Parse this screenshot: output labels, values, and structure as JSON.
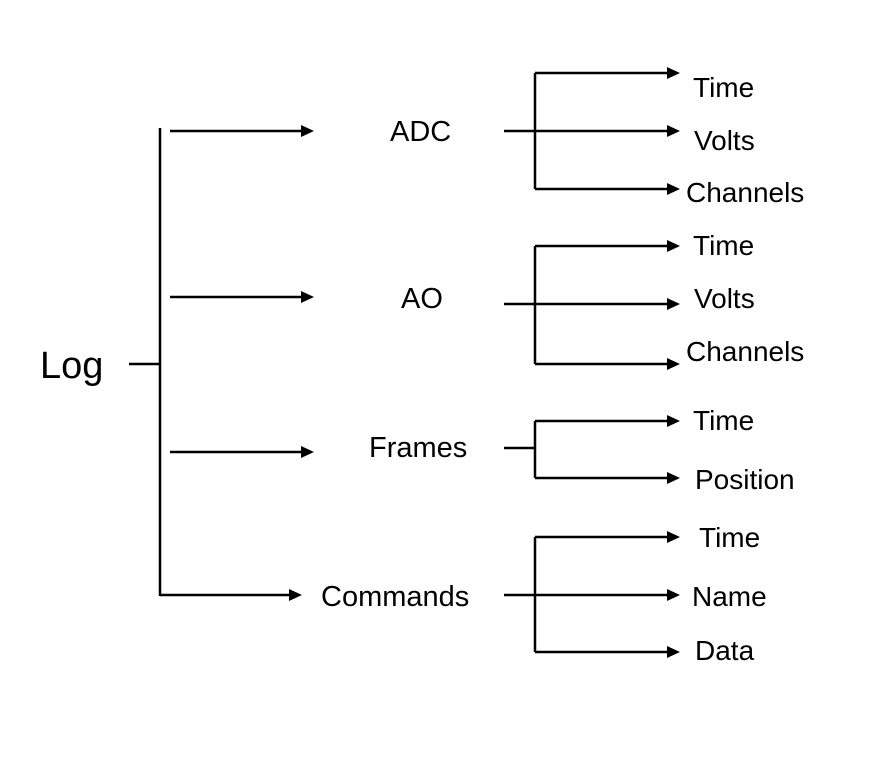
{
  "root": {
    "label": "Log"
  },
  "nodes": [
    {
      "label": "ADC",
      "children": [
        "Time",
        "Volts",
        "Channels"
      ]
    },
    {
      "label": "AO",
      "children": [
        "Time",
        "Volts",
        "Channels"
      ]
    },
    {
      "label": "Frames",
      "children": [
        "Time",
        "Position"
      ]
    },
    {
      "label": "Commands",
      "children": [
        "Time",
        "Name",
        "Data"
      ]
    }
  ],
  "colors": {
    "line": "#000000",
    "text": "#000000",
    "background": "#ffffff"
  }
}
